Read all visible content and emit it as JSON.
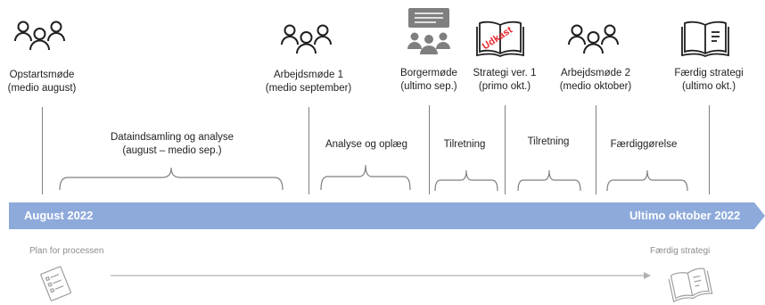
{
  "milestones": [
    {
      "id": "opstart",
      "line1": "Opstartsmøde",
      "line2": "(medio august)",
      "icon": "people-icon"
    },
    {
      "id": "arb1",
      "line1": "Arbejdsmøde 1",
      "line2": "(medio september)",
      "icon": "people-icon"
    },
    {
      "id": "borger",
      "line1": "Borgermøde",
      "line2": "(ultimo sep.)",
      "icon": "audience-presentation-icon"
    },
    {
      "id": "strategi1",
      "line1": "Strategi ver. 1",
      "line2": "(primo okt.)",
      "icon": "open-book-draft-icon",
      "stamp": "Udkast"
    },
    {
      "id": "arb2",
      "line1": "Arbejdsmøde 2",
      "line2": "(medio oktober)",
      "icon": "people-icon"
    },
    {
      "id": "faerdig",
      "line1": "Færdig strategi",
      "line2": "(ultimo okt.)",
      "icon": "open-book-icon"
    }
  ],
  "phases": [
    {
      "id": "data",
      "line1": "Dataindsamling og analyse",
      "line2": "(august – medio sep.)"
    },
    {
      "id": "analyse",
      "line1": "Analyse og oplæg",
      "line2": ""
    },
    {
      "id": "tilret1",
      "line1": "Tilretning",
      "line2": ""
    },
    {
      "id": "tilret2",
      "line1": "Tilretning",
      "line2": ""
    },
    {
      "id": "faerdiggoer",
      "line1": "Færdiggørelse",
      "line2": ""
    }
  ],
  "timeline": {
    "start_label": "August 2022",
    "end_label": "Ultimo oktober 2022",
    "band_color": "#8eaadb"
  },
  "footer": {
    "left_label": "Plan for processen",
    "right_label": "Færdig strategi",
    "left_icon": "checklist-document-icon",
    "right_icon": "open-book-icon"
  },
  "colors": {
    "stamp": "#e8232b",
    "icon_dark": "#1f1f1f",
    "icon_gray": "#7f7f7f",
    "footer_gray": "#9e9e9e"
  }
}
